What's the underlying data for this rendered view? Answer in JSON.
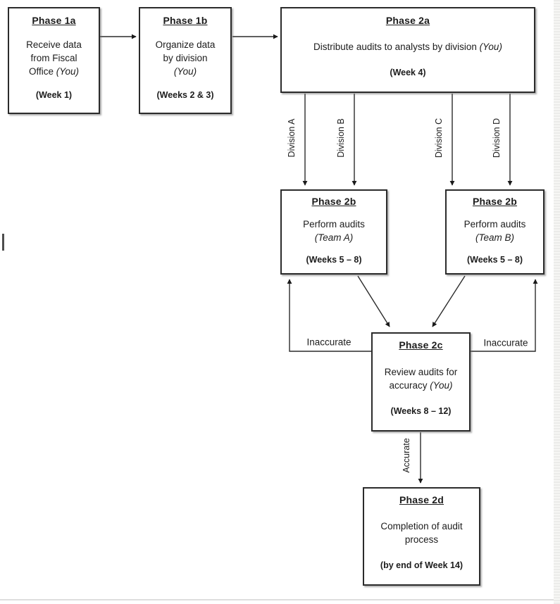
{
  "boxes": {
    "phase1a": {
      "title": "Phase 1a",
      "l1": "Receive data",
      "l2": "from Fiscal",
      "l3a": "Office ",
      "l3b": "(You)",
      "weeks": "(Week 1)"
    },
    "phase1b": {
      "title": "Phase 1b",
      "l1": "Organize data",
      "l2": "by division",
      "l3b": "(You)",
      "weeks": "(Weeks 2 & 3)"
    },
    "phase2a": {
      "title": "Phase 2a",
      "l1a": "Distribute audits to analysts by division ",
      "l1b": "(You)",
      "weeks": "(Week 4)"
    },
    "phase2b_left": {
      "title": "Phase 2b",
      "l1": "Perform audits",
      "l2b": "(Team A)",
      "weeks": "(Weeks 5 – 8)"
    },
    "phase2b_right": {
      "title": "Phase 2b",
      "l1": "Perform audits",
      "l2b": "(Team B)",
      "weeks": "(Weeks 5 – 8)"
    },
    "phase2c": {
      "title": "Phase 2c",
      "l1": "Review audits for",
      "l2a": "accuracy ",
      "l2b": "(You)",
      "weeks": "(Weeks 8 – 12)"
    },
    "phase2d": {
      "title": "Phase 2d",
      "l1": "Completion of audit",
      "l2": "process",
      "weeks": "(by end of Week 14)"
    }
  },
  "labels": {
    "division_a": "Division A",
    "division_b": "Division B",
    "division_c": "Division C",
    "division_d": "Division D",
    "inaccurate_left": "Inaccurate",
    "inaccurate_right": "Inaccurate",
    "accurate": "Accurate"
  },
  "colors": {
    "line": "#2a2a2a",
    "box_border": "#2b2b2b",
    "background": "#ffffff",
    "page_edge": "#ececea"
  }
}
